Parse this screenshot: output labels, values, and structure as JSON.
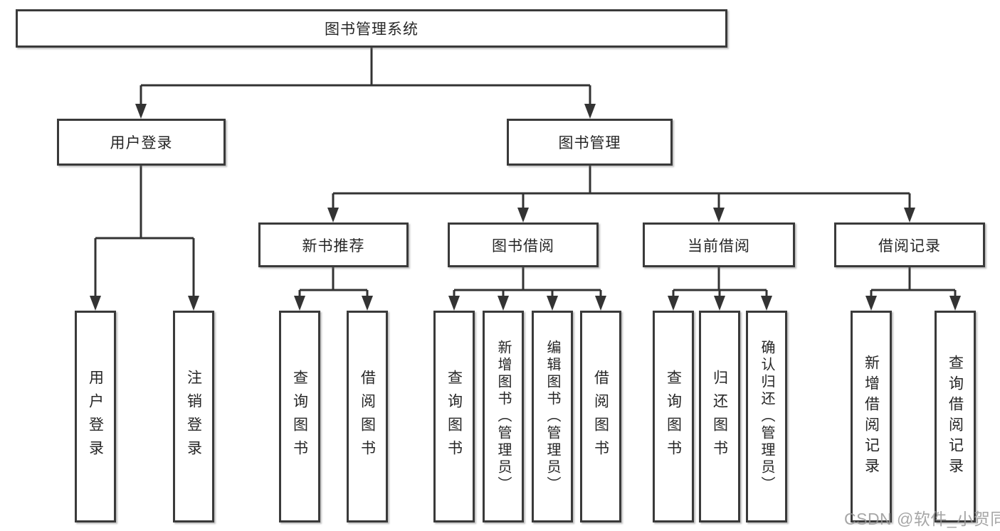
{
  "diagram": {
    "title": "图书管理系统",
    "level2": [
      "用户登录",
      "图书管理"
    ],
    "level3": [
      "新书推荐",
      "图书借阅",
      "当前借阅",
      "借阅记录"
    ],
    "leaves": [
      "用户登录",
      "注销登录",
      "查询图书",
      "借阅图书",
      "查询图书",
      "新增图书（管理员）",
      "编辑图书（管理员）",
      "借阅图书",
      "查询图书",
      "归还图书",
      "确认归还（管理员）",
      "新增借阅记录",
      "查询借阅记录"
    ],
    "watermark": "CSDN @软件_小贺同学",
    "colors": {
      "line": "#333333",
      "box_border": "#3a3a3a",
      "text": "#262626",
      "background": "#ffffff",
      "watermark": "#969696"
    }
  }
}
